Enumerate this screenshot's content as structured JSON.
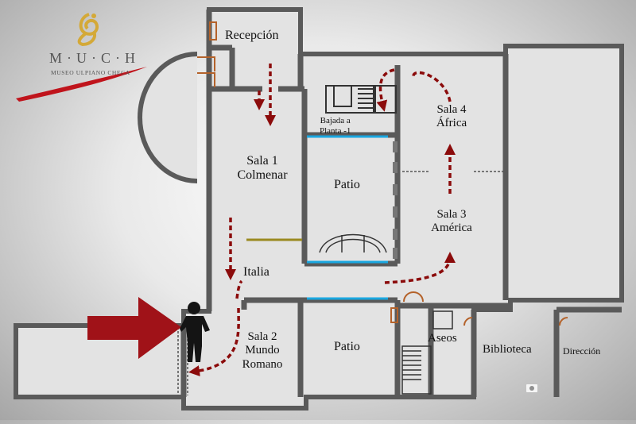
{
  "logo": {
    "initials": "M·U·C·H",
    "subtitle": "MUSEO ULPIANO CHECA"
  },
  "rooms": {
    "reception": "Recepción",
    "stairs_down": [
      "Bajada a",
      "Planta -1"
    ],
    "sala1": [
      "Sala 1",
      "Colmenar"
    ],
    "patio_north": "Patio",
    "sala4": [
      "Sala 4",
      "África"
    ],
    "sala3": [
      "Sala 3",
      "América"
    ],
    "italia": "Italia",
    "sala2": [
      "Sala 2",
      "Mundo",
      "Romano"
    ],
    "patio_south": "Patio",
    "toilets": "Aseos",
    "library": "Biblioteca",
    "management": "Dirección"
  },
  "watermark": "",
  "colors": {
    "wall": "#5a5a5a",
    "floor": "#e3e3e3",
    "route": "#8b0b0b",
    "entrance_arrow": "#a01218",
    "window": "#1aa7e0",
    "door": "#b4622a",
    "logo_gold": "#d4a938",
    "logo_red": "#c0141c",
    "visitor": "#141414"
  },
  "icons": {
    "entrance": "entrance-arrow-icon",
    "visitor": "visitor-silhouette-icon",
    "route": "dotted-route-arrow-icon"
  }
}
